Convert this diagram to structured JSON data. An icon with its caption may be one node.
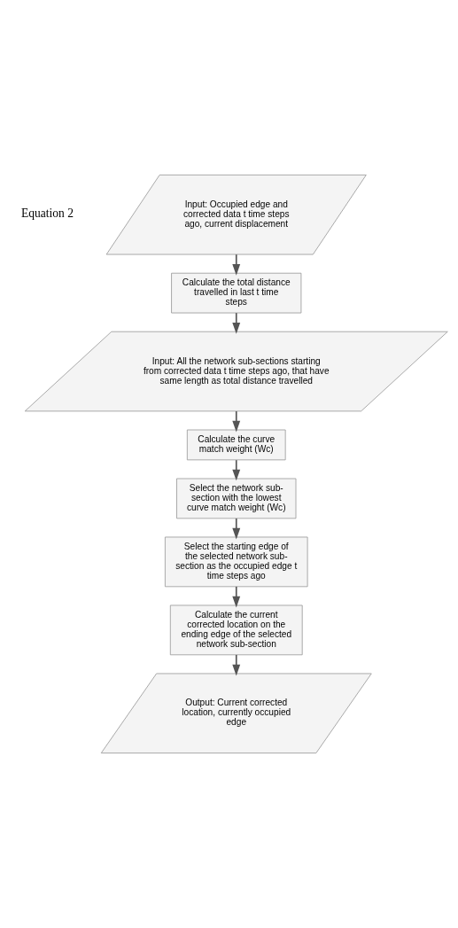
{
  "diagram": {
    "nodes": [
      {
        "text": [
          "Input: Occupied edge and corrected data t time steps ago, current displacement"
        ]
      },
      {
        "text": [
          "Calculate the total distance travelled in last t time steps"
        ]
      },
      {
        "text": [
          "Input: All the network sub-sections starting from corrected data t time steps ago, that have same length as total distance travelled"
        ]
      },
      {
        "text": [
          "Calculate the curve match weight (Wc)"
        ]
      },
      {
        "text": [
          "Select the network sub-section with the lowest curve match weight (Wc)"
        ]
      },
      {
        "text": [
          "Select the starting edge of the selected network sub-section as the occupied edge t time steps ago"
        ]
      },
      {
        "text": [
          "Calculate the current corrected location on the ending edge of the selected network sub-section"
        ]
      },
      {
        "text": [
          "Output: Current corrected location, currently occupied edge"
        ]
      }
    ],
    "edges": [
      {
        "from": 0,
        "to": 1,
        "arrow": "to"
      },
      {
        "from": 1,
        "to": 2,
        "arrow": "to"
      },
      {
        "from": 2,
        "to": 3,
        "arrow": "to"
      },
      {
        "from": 3,
        "to": 4,
        "arrow": "to"
      },
      {
        "from": 4,
        "to": 5,
        "arrow": "to"
      },
      {
        "from": 5,
        "to": 6,
        "arrow": "to"
      },
      {
        "from": 6,
        "to": 7,
        "arrow": "to"
      }
    ],
    "labels": [
      "Equation 2"
    ]
  }
}
